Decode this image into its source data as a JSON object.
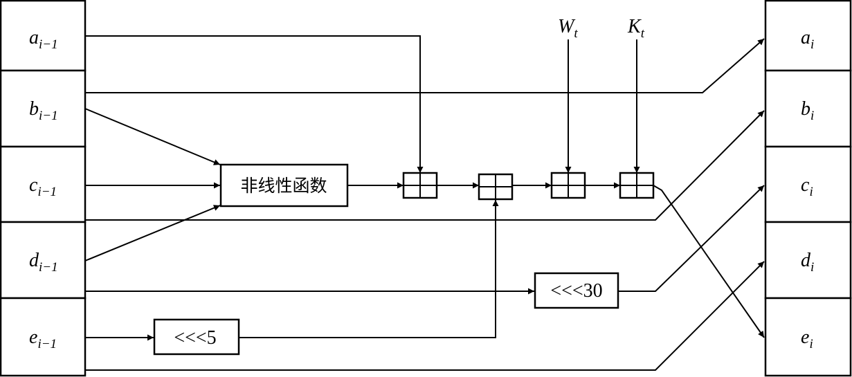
{
  "left_registers": [
    {
      "base": "a",
      "sub": "i−1"
    },
    {
      "base": "b",
      "sub": "i−1"
    },
    {
      "base": "c",
      "sub": "i−1"
    },
    {
      "base": "d",
      "sub": "i−1"
    },
    {
      "base": "e",
      "sub": "i−1"
    }
  ],
  "right_registers": [
    {
      "base": "a",
      "sub": "i"
    },
    {
      "base": "b",
      "sub": "i"
    },
    {
      "base": "c",
      "sub": "i"
    },
    {
      "base": "d",
      "sub": "i"
    },
    {
      "base": "e",
      "sub": "i"
    }
  ],
  "function_box": {
    "label": "非线性函数"
  },
  "inputs": {
    "w": {
      "base": "W",
      "sub": "t"
    },
    "k": {
      "base": "K",
      "sub": "t"
    }
  },
  "rotations": {
    "rot30": "<<<30",
    "rot5": "<<<5"
  }
}
